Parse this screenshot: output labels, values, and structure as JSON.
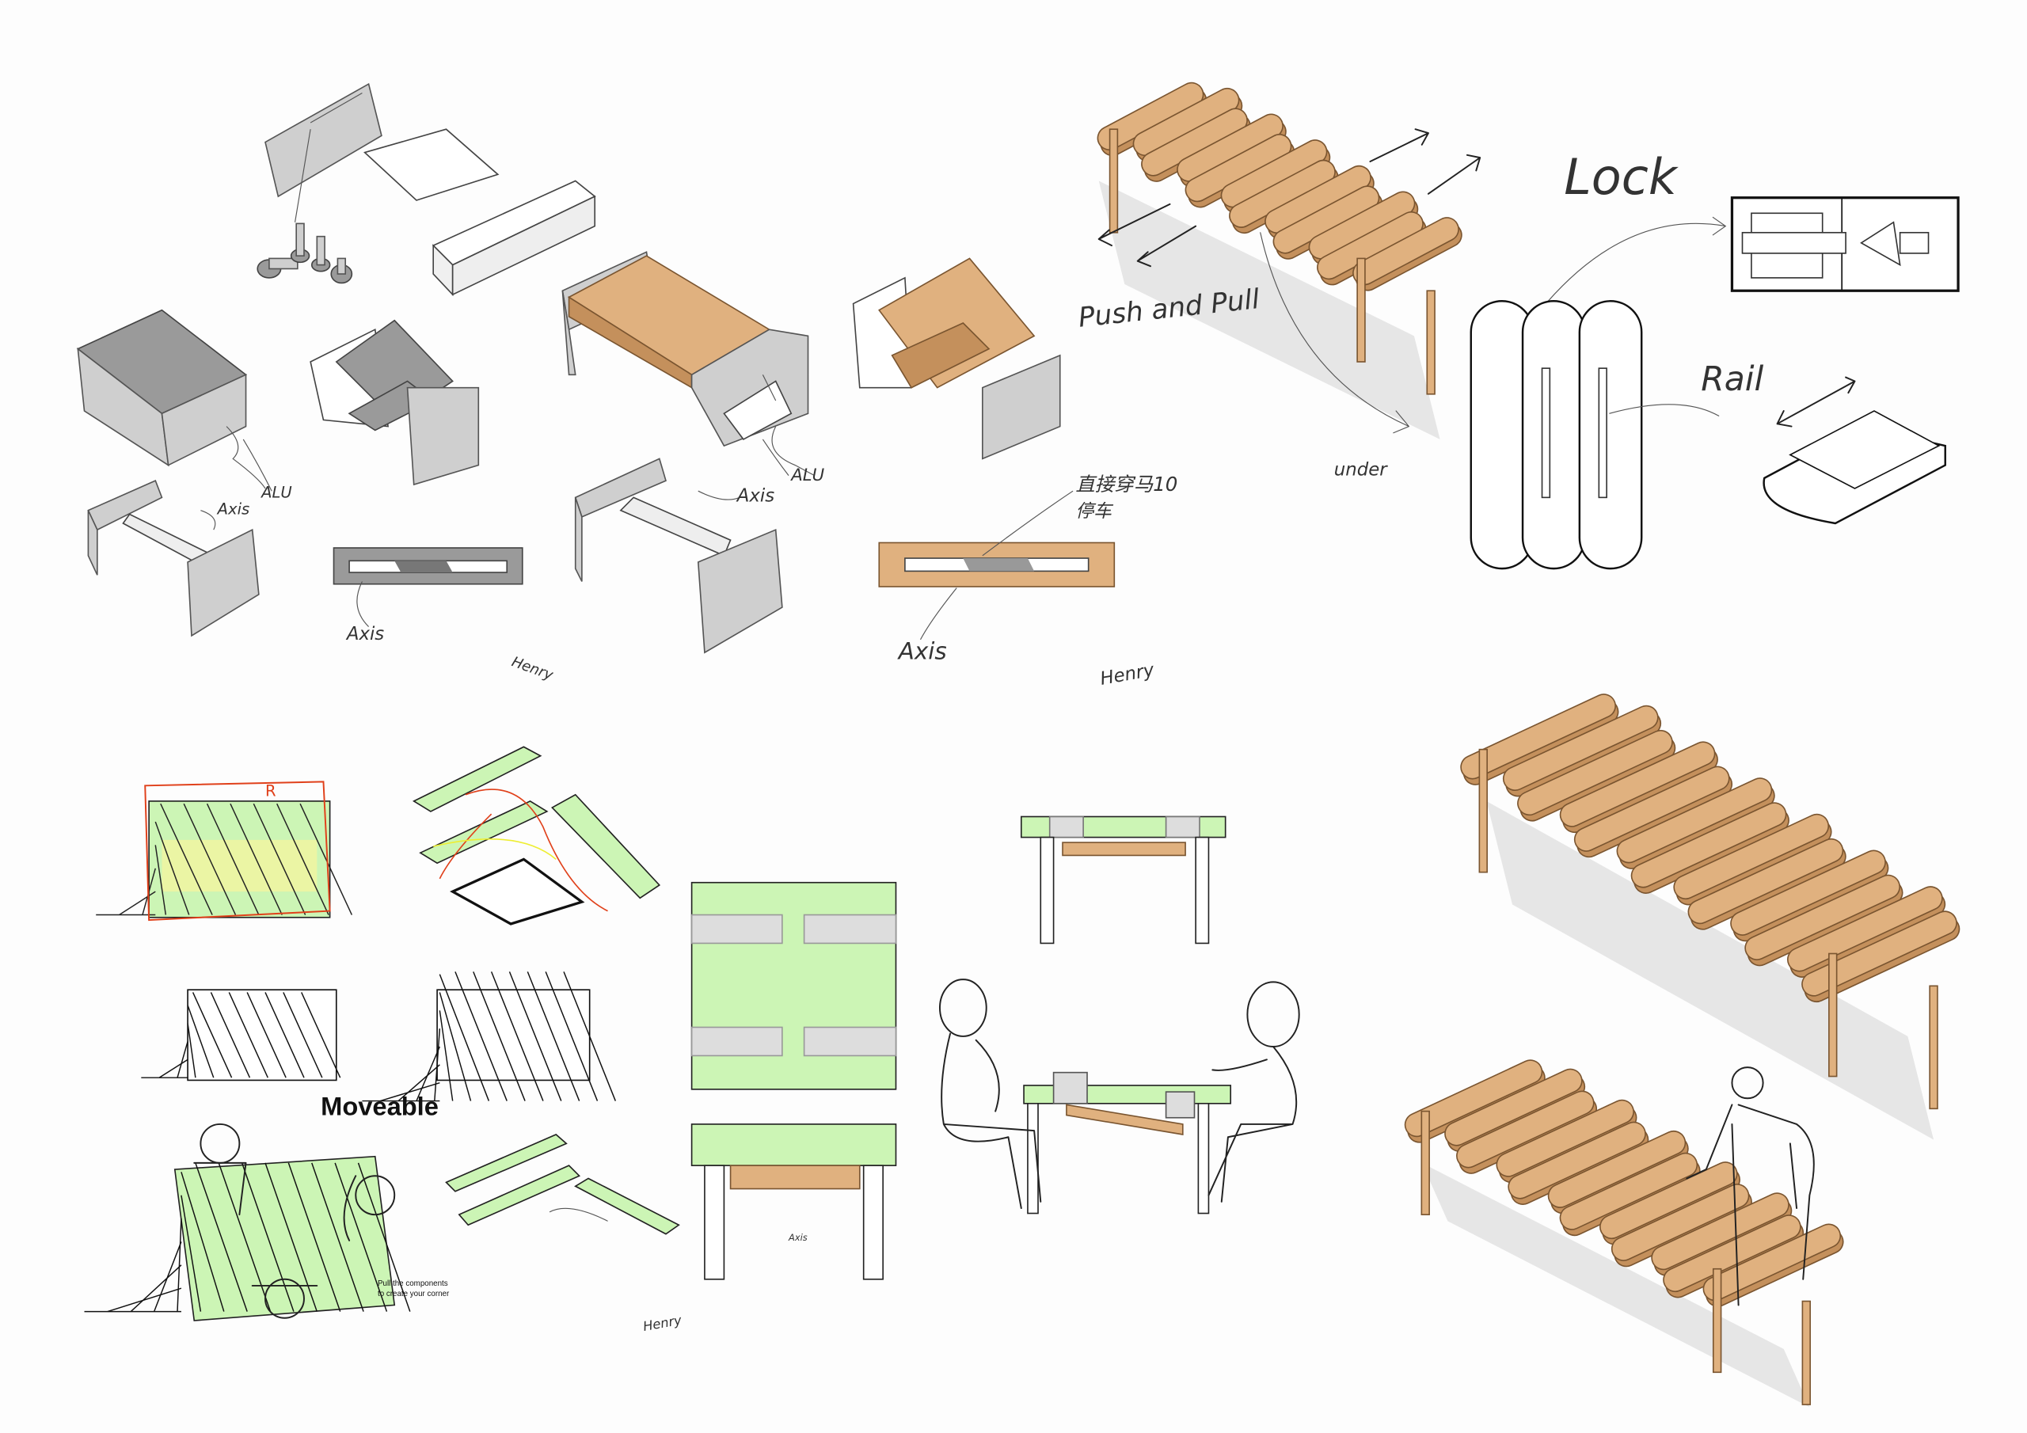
{
  "labels": {
    "lock": "Lock",
    "rail": "Rail",
    "push_pull": "Push and Pull",
    "under": "under",
    "alu_1": "ALU",
    "alu_2": "ALU",
    "axis_1": "Axis",
    "axis_2": "Axis",
    "axis_3": "Axis",
    "axis_4": "Axis",
    "axis_5": "Axis",
    "chinese_line1": "直接穿马10",
    "chinese_line2": "停车",
    "moveable": "Moveable",
    "pull_line1": "Pull the components",
    "pull_line2": "to create your corner",
    "red_mark": "R"
  },
  "signatures": [
    "Henry",
    "Henry",
    "Henry"
  ],
  "colors": {
    "wood": "#e0b17f",
    "green": "#ccf5b5",
    "aluminium": "#cfcfcf",
    "red_sketch": "#e0401a"
  }
}
